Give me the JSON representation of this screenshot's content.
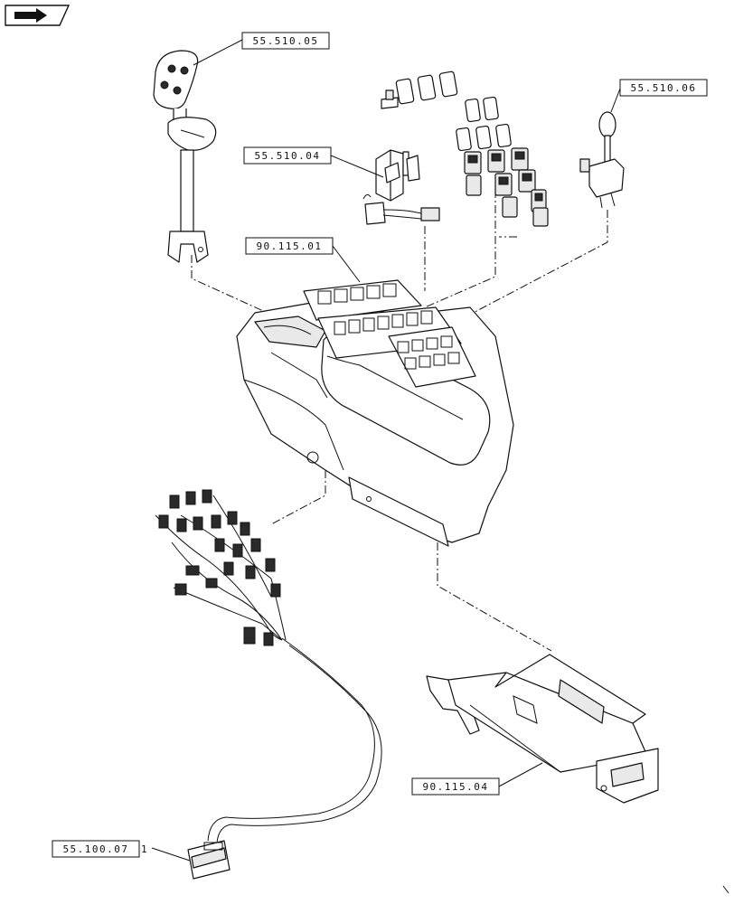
{
  "references": [
    {
      "id": "ref-55-510-05",
      "label": "55.510.05"
    },
    {
      "id": "ref-55-510-04",
      "label": "55.510.04"
    },
    {
      "id": "ref-90-115-01",
      "label": "90.115.01"
    },
    {
      "id": "ref-55-510-06",
      "label": "55.510.06"
    },
    {
      "id": "ref-90-115-04",
      "label": "90.115.04"
    },
    {
      "id": "ref-55-100-07",
      "label": "55.100.07"
    }
  ],
  "callouts": [
    {
      "id": "callout-1",
      "label": "1"
    }
  ],
  "nav_icon": "next-page-arrow-icon"
}
